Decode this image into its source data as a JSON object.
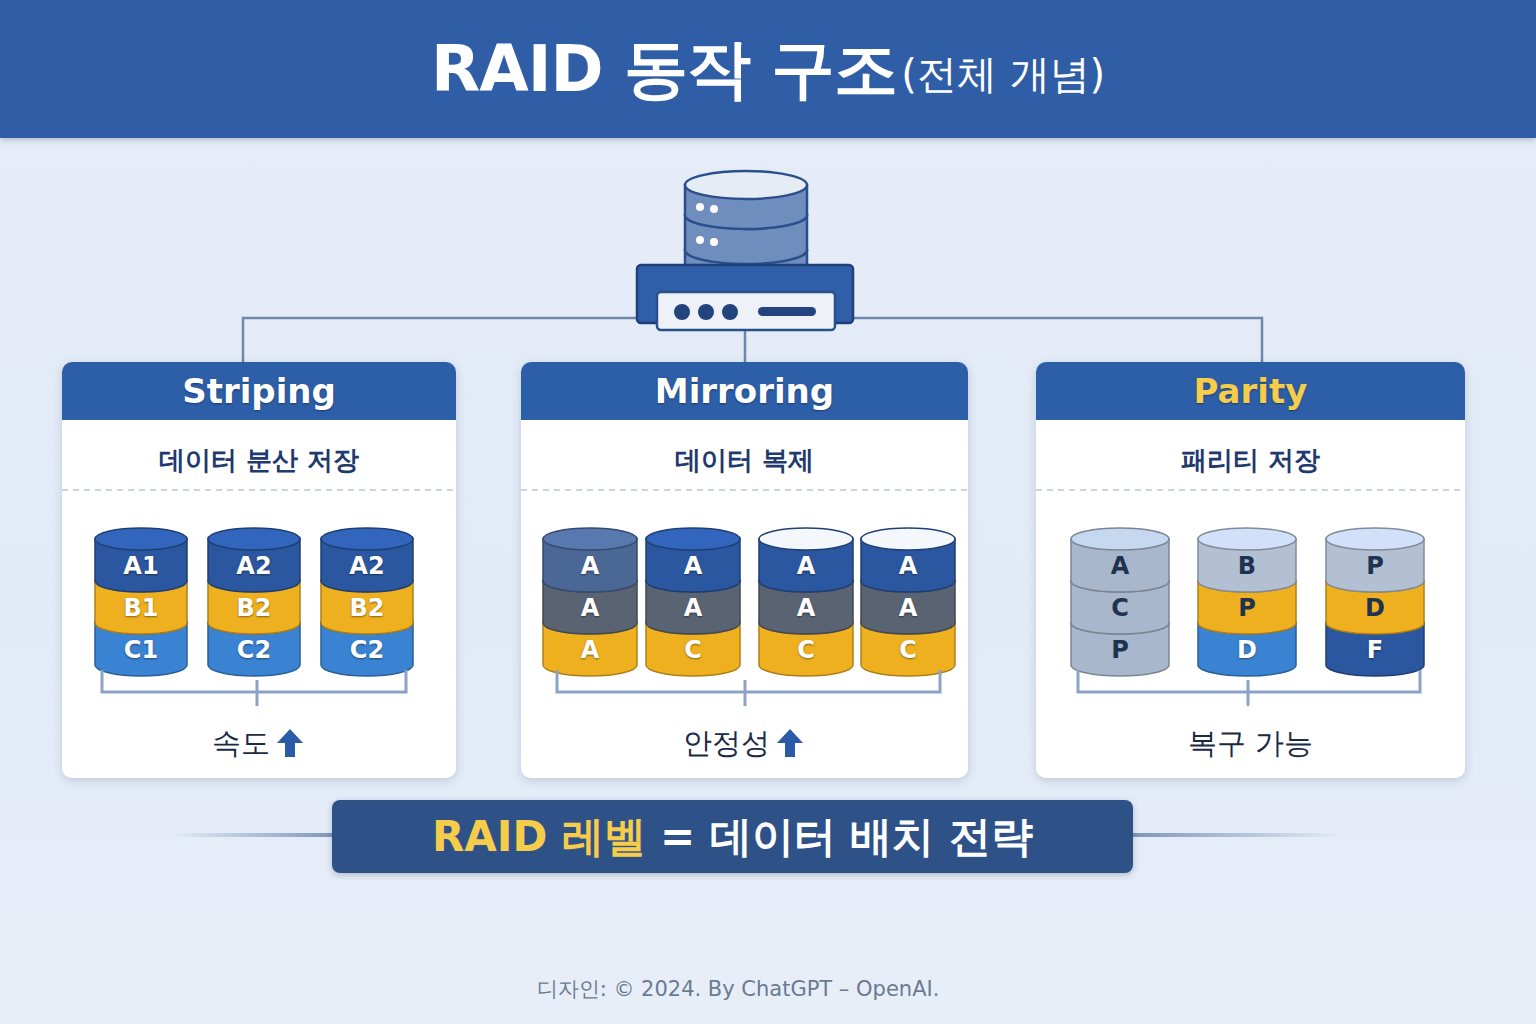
{
  "diagram": {
    "title": "RAID 동작 구조",
    "caption": "디자인: © 2024. By ChatGPT – OpenAI.",
    "nodes": [
      {
        "text": [
          "Striping",
          "데이터 분산 저장",
          "속도"
        ]
      },
      {
        "text": [
          "A1",
          "B1",
          "C1"
        ],
        "in": 0
      },
      {
        "text": [
          "A2",
          "B2",
          "C2"
        ],
        "in": 0
      },
      {
        "text": [
          "A2",
          "B2",
          "C2"
        ],
        "in": 0
      },
      {
        "text": [
          "Mirroring",
          "데이터 복제",
          "안정성"
        ]
      },
      {
        "text": [
          "A",
          "A",
          "A"
        ],
        "in": 4
      },
      {
        "text": [
          "A",
          "A",
          "C"
        ],
        "in": 4
      },
      {
        "text": [
          "A",
          "A",
          "C"
        ],
        "in": 4
      },
      {
        "text": [
          "A",
          "A",
          "C"
        ],
        "in": 4
      },
      {
        "text": [
          "Parity",
          "패리티 저장",
          "복구 가능"
        ]
      },
      {
        "text": [
          "A",
          "C",
          "P"
        ],
        "in": 9
      },
      {
        "text": [
          "B",
          "P",
          "D"
        ],
        "in": 9
      },
      {
        "text": [
          "P",
          "D",
          "F"
        ],
        "in": 9
      },
      {
        "text": [
          "RAID 레벨",
          "= 데이터 배치 전략"
        ]
      }
    ],
    "labels": [
      "(전체 개념)"
    ]
  }
}
